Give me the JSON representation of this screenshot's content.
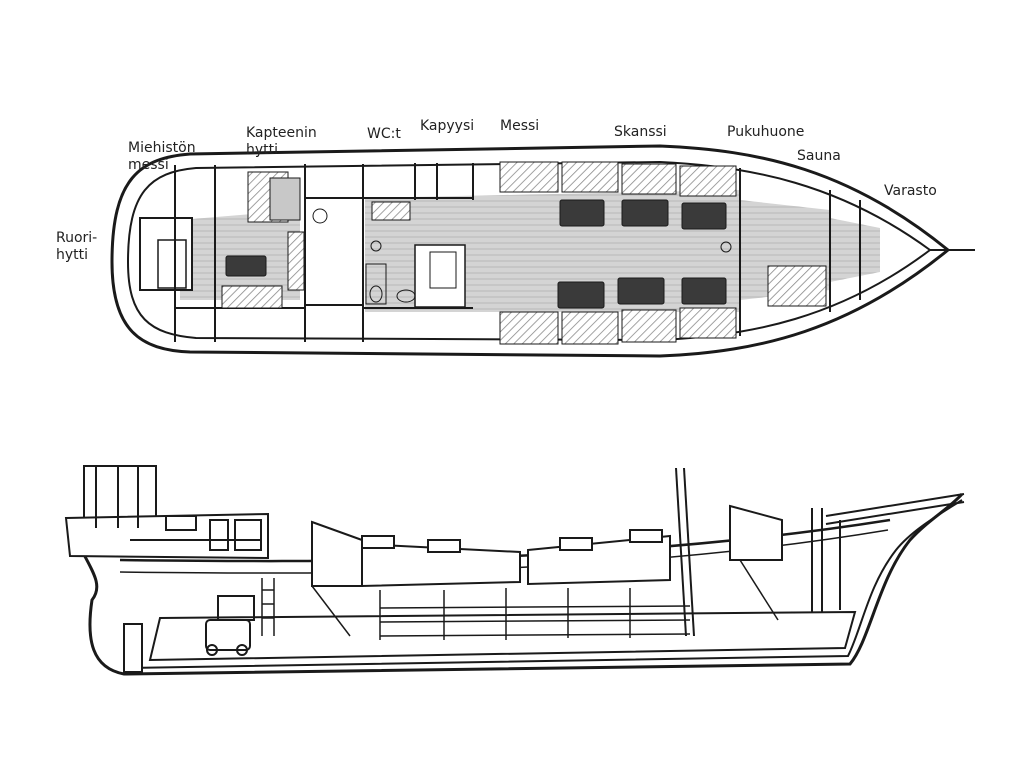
{
  "labels": {
    "ruori_1": "Ruori-",
    "ruori_2": "hytti",
    "miehiston_1": "Miehistön",
    "miehiston_2": "messi",
    "kapteenin_1": "Kapteenin",
    "kapteenin_2": "hytti",
    "wc": "WC:t",
    "kapyysi": "Kapyysi",
    "messi": "Messi",
    "skanssi": "Skanssi",
    "pukuhuone": "Pukuhuone",
    "sauna": "Sauna",
    "varasto": "Varasto"
  },
  "colors": {
    "ink": "#1a1a1a",
    "deck": "#cfcfcf",
    "table": "#3a3a3a",
    "hatch": "#9a9a9a"
  }
}
